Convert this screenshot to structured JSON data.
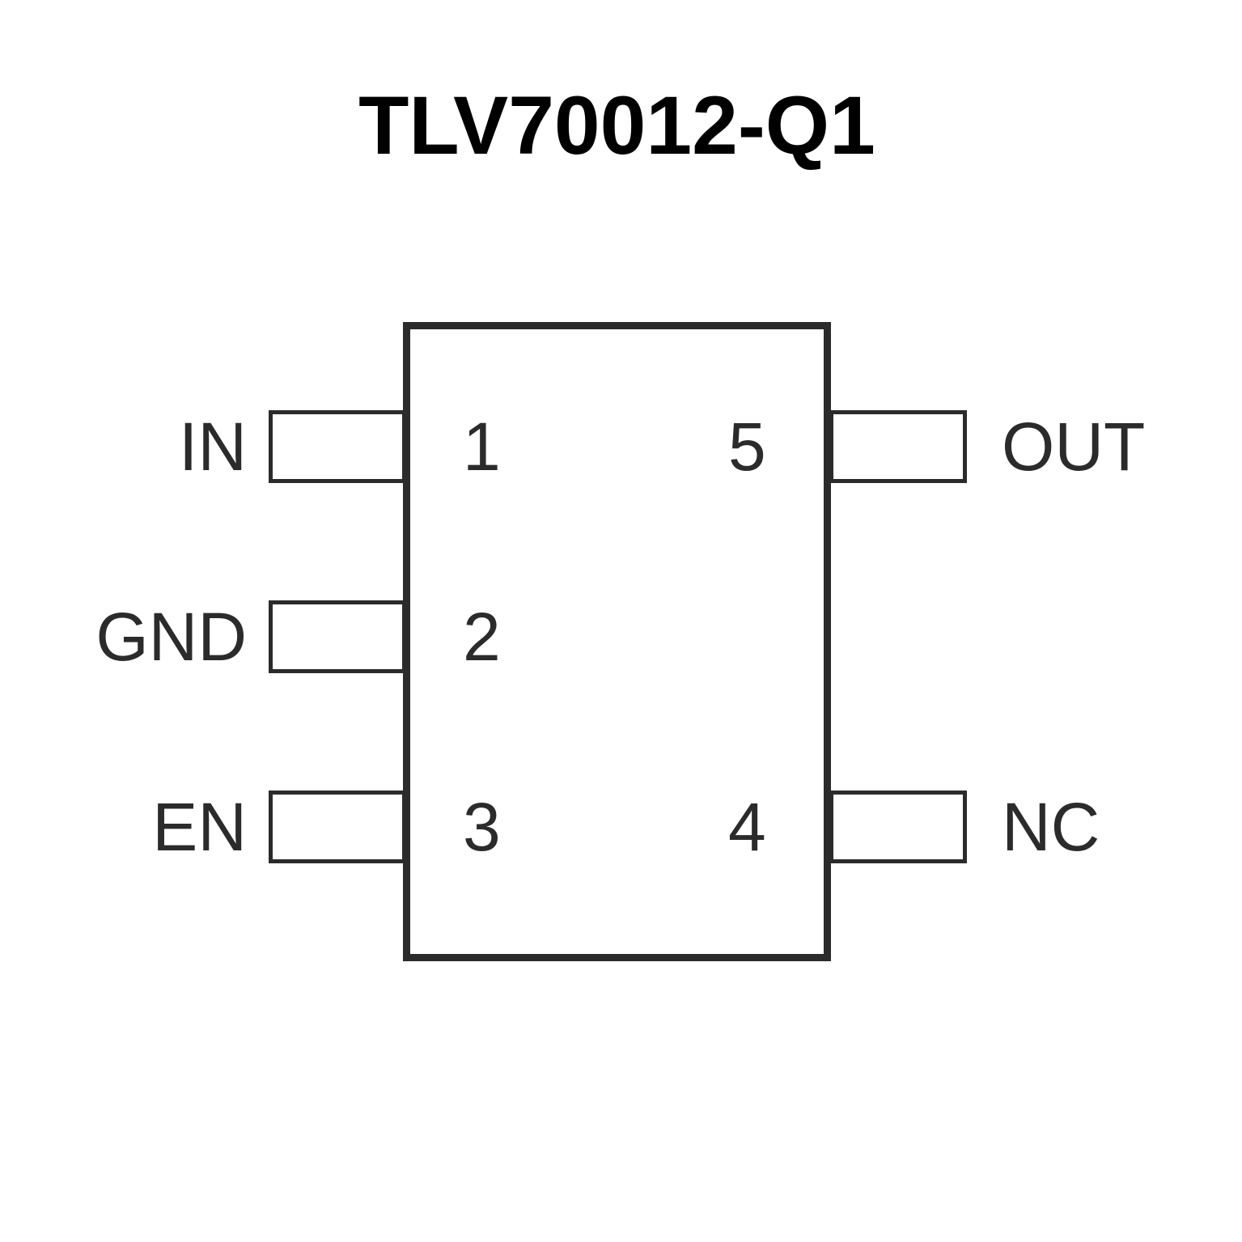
{
  "diagram": {
    "title": "TLV70012-Q1",
    "package_outline_color": "#2b2b2b",
    "title_color": "#000000",
    "background_color": "#ffffff",
    "pins": [
      {
        "number": "1",
        "name": "IN",
        "side": "left",
        "row": 1
      },
      {
        "number": "2",
        "name": "GND",
        "side": "left",
        "row": 2
      },
      {
        "number": "3",
        "name": "EN",
        "side": "left",
        "row": 3
      },
      {
        "number": "4",
        "name": "NC",
        "side": "right",
        "row": 3
      },
      {
        "number": "5",
        "name": "OUT",
        "side": "right",
        "row": 1
      }
    ]
  }
}
